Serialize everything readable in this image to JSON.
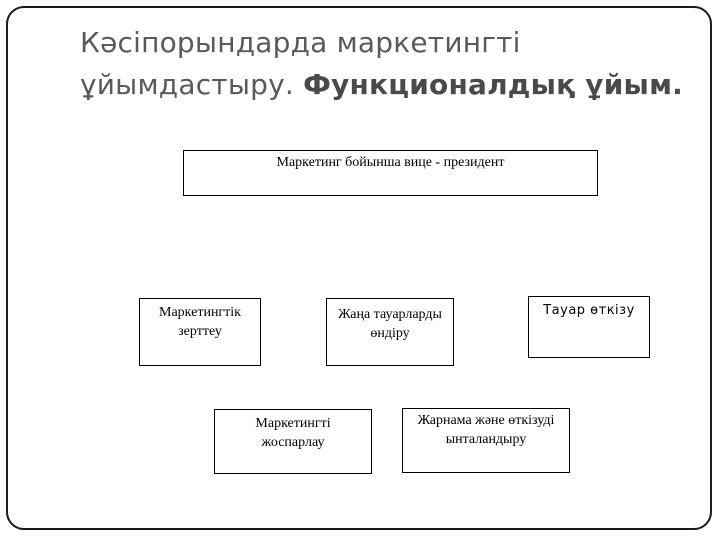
{
  "slide": {
    "title_regular": "Кәсіпорындарда маркетингті ұйымдастыру. ",
    "title_bold": "Функционалдық ұйым."
  },
  "org_chart": {
    "vice_president": "Маркетинг бойынша вице - президент",
    "research": "Маркетингтік зерттеу",
    "new_products": "Жаңа тауарларды өндіру",
    "sales": "Тауар өткізу",
    "planning": "Маркетингті жоспарлау",
    "advertising": "Жарнама және өткізуді ынталандыру"
  }
}
